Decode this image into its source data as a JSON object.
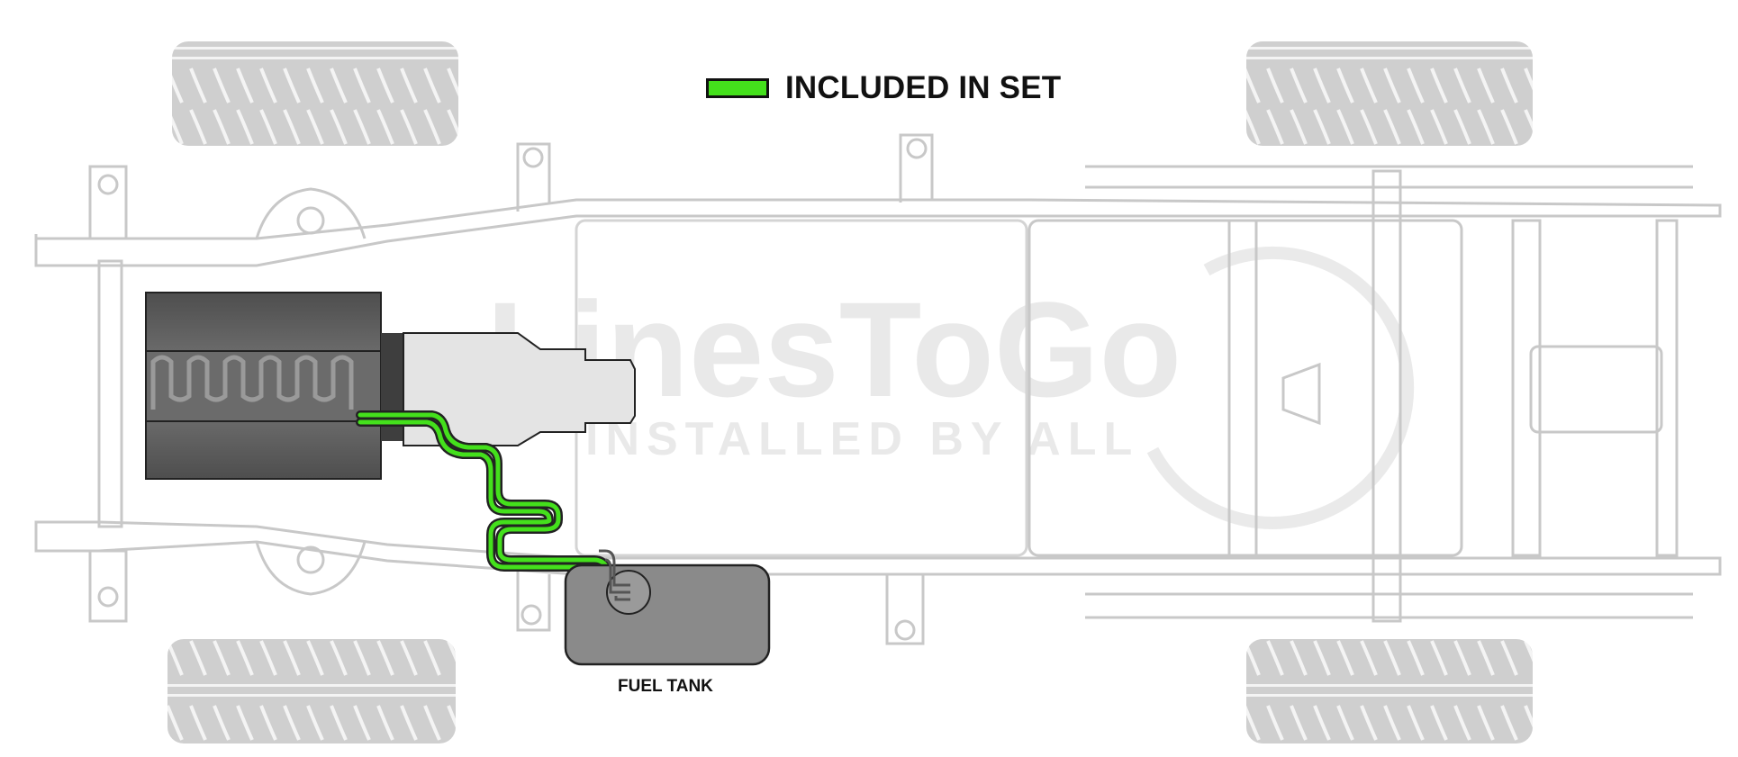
{
  "legend": {
    "label": "INCLUDED IN SET",
    "swatch_color": "#44e01c"
  },
  "labels": {
    "fuel_tank": "FUEL TANK"
  },
  "watermark": {
    "brand": "LinesToGo",
    "tagline": "INSTALLED BY ALL"
  },
  "colors": {
    "frame_outline": "#c8c8c8",
    "tire": "#cccccc",
    "engine_block": "#5f5f5f",
    "transmission": "#e2e2e2",
    "fuel_tank": "#8a8a8a",
    "included_line": "#44e01c",
    "other_line": "#999999"
  }
}
